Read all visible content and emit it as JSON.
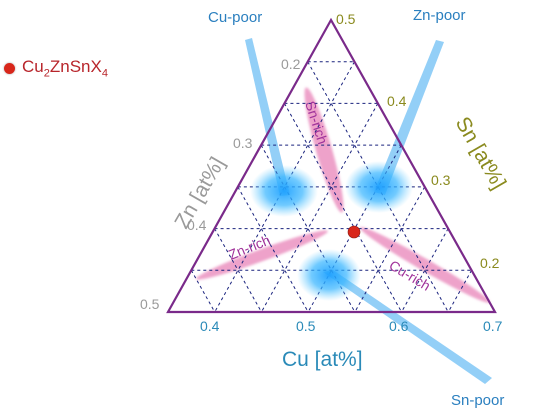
{
  "legend": {
    "marker_color": "#d8261a",
    "label_parts": [
      "Cu",
      "2",
      "ZnSnX",
      "4"
    ]
  },
  "axes": {
    "cu": {
      "title": "Cu [at%]",
      "ticks": [
        "0.4",
        "0.5",
        "0.6",
        "0.7"
      ],
      "color": "#2a8ab8"
    },
    "sn": {
      "title": "Sn [at%]",
      "ticks": [
        "0.5",
        "0.4",
        "0.3",
        "0.2"
      ],
      "color": "#8a8a1e"
    },
    "zn": {
      "title": "Zn [at%]",
      "ticks": [
        "0.2",
        "0.3",
        "0.4",
        "0.5"
      ],
      "color": "#9a9a9a"
    }
  },
  "regions": {
    "poor": [
      "Cu-poor",
      "Zn-poor",
      "Sn-poor"
    ],
    "rich": [
      "Sn-rich",
      "Zn-rich",
      "Cu-rich"
    ]
  },
  "colors": {
    "triangle": "#7a2a8a",
    "grid": "#1a237e",
    "poor_label": "#2a7fbf",
    "rich_label": "#a0329a",
    "blob": "#1ea0ff",
    "ray": "#3aa8f0",
    "rich_band": "#e0559f"
  }
}
